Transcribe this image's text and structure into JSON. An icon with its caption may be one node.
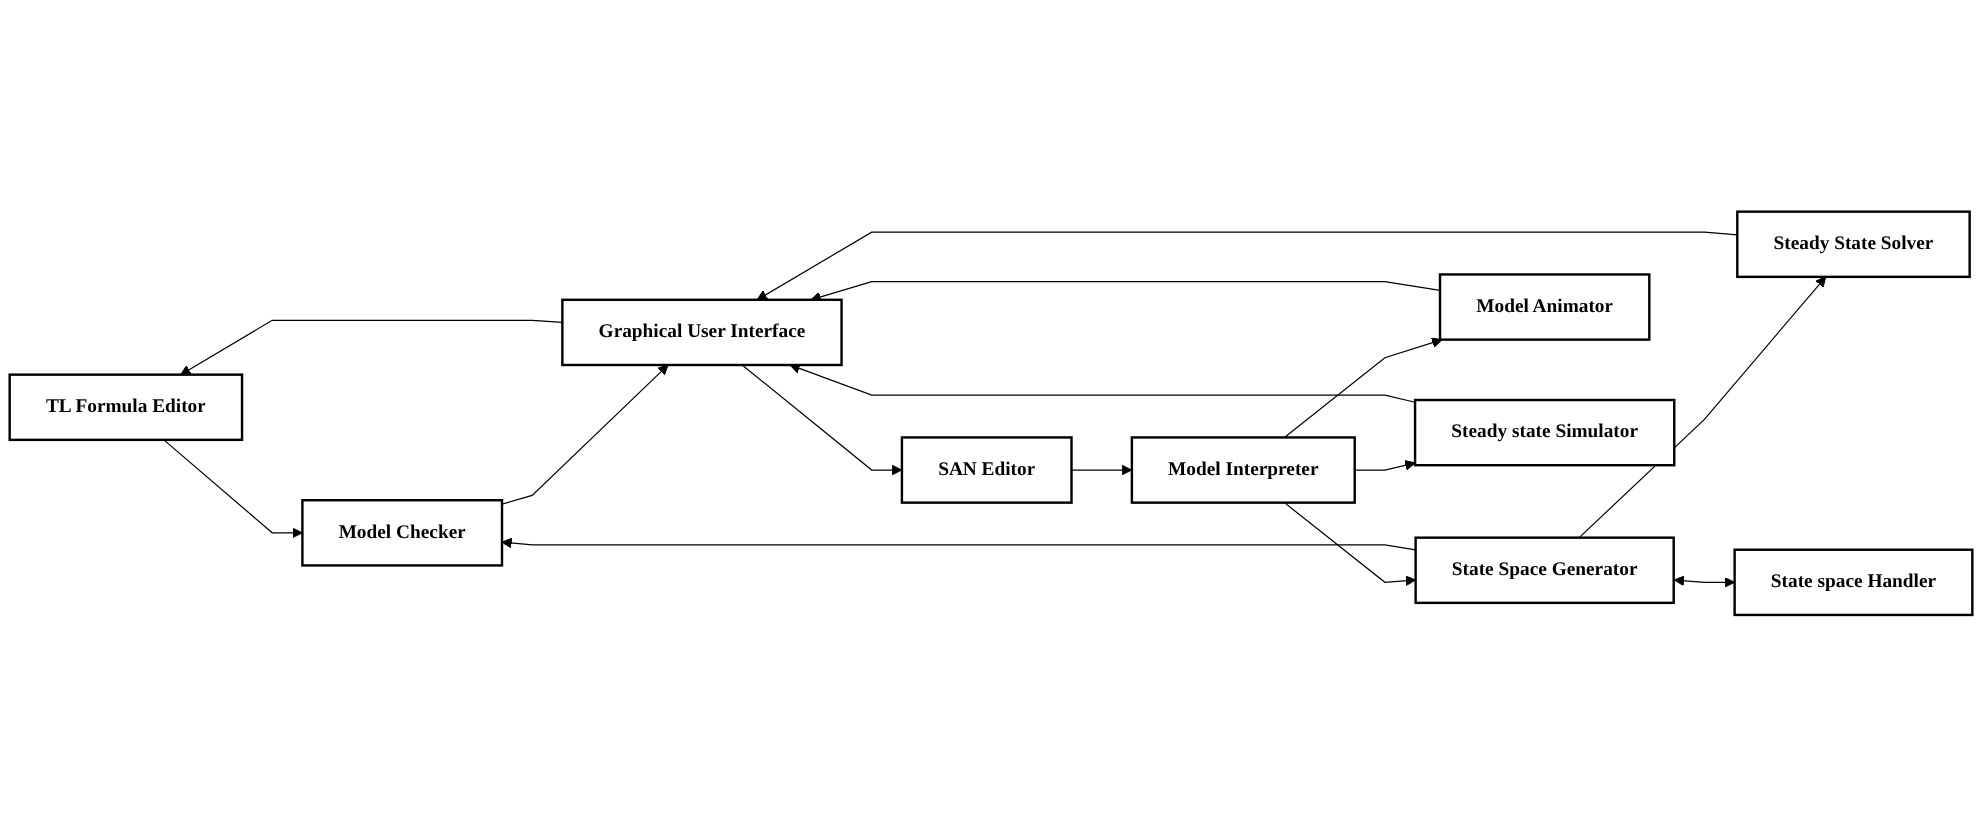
{
  "diagram": {
    "nodes": [
      {
        "text": [
          "TL Formula Editor"
        ]
      },
      {
        "text": [
          "Model Checker"
        ]
      },
      {
        "text": [
          "Graphical User Interface"
        ]
      },
      {
        "text": [
          "SAN Editor"
        ]
      },
      {
        "text": [
          "Model Interpreter"
        ]
      },
      {
        "text": [
          "State Space Generator"
        ]
      },
      {
        "text": [
          "Steady State Solver"
        ]
      },
      {
        "text": [
          "Model Animator"
        ]
      },
      {
        "text": [
          "Steady state Simulator"
        ]
      },
      {
        "text": [
          "State space Handler"
        ]
      }
    ],
    "edges": [
      {
        "from": 2,
        "to": 0,
        "arrow": "to"
      },
      {
        "from": 2,
        "to": 3,
        "arrow": "to"
      },
      {
        "from": 3,
        "to": 4,
        "arrow": "to"
      },
      {
        "from": 4,
        "to": 5,
        "arrow": "to"
      },
      {
        "from": 0,
        "to": 1,
        "arrow": "to"
      },
      {
        "from": 5,
        "to": 1,
        "arrow": "to"
      },
      {
        "from": 5,
        "to": 6,
        "arrow": "to"
      },
      {
        "from": 5,
        "to": 9,
        "arrow": "both"
      },
      {
        "from": 4,
        "to": 7,
        "arrow": "to"
      },
      {
        "from": 4,
        "to": 8,
        "arrow": "to"
      },
      {
        "from": 7,
        "to": 2,
        "arrow": "to"
      },
      {
        "from": 8,
        "to": 2,
        "arrow": "to"
      },
      {
        "from": 1,
        "to": 2,
        "arrow": "to"
      },
      {
        "from": 6,
        "to": 2,
        "arrow": "to"
      }
    ]
  }
}
